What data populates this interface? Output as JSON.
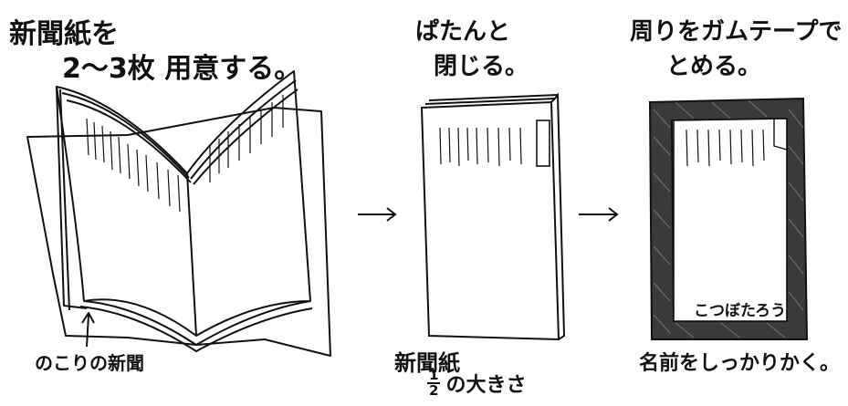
{
  "step1": {
    "title_line1": "新聞紙を",
    "title_line2": "2～3枚 用意する。",
    "annotation": "のこりの新聞"
  },
  "step2": {
    "title_line1": "ぱたんと",
    "title_line2": "閉じる。",
    "caption_line1": "新聞紙",
    "caption_fraction_num": "1",
    "caption_fraction_den": "2",
    "caption_rest": "の大きさ"
  },
  "step3": {
    "title_line1": "周りをガムテープで",
    "title_line2": "とめる。",
    "name_label": "こつぼたろう",
    "caption": "名前をしっかりかく。"
  },
  "arrows": [
    "arrow-right",
    "arrow-right"
  ]
}
